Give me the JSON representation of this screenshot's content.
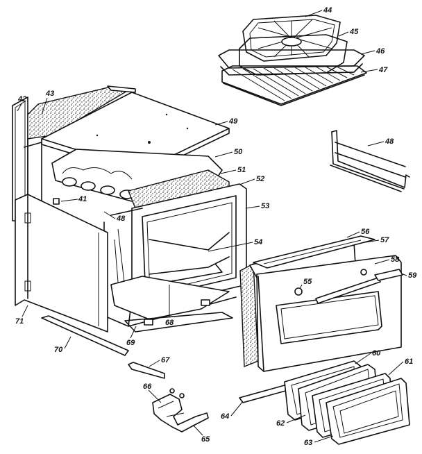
{
  "diagram": {
    "callouts": {
      "p41": "41",
      "p42": "42",
      "p43": "43",
      "p44": "44",
      "p45": "45",
      "p46": "46",
      "p47": "47",
      "p48a": "48",
      "p48b": "48",
      "p49": "49",
      "p50": "50",
      "p51": "51",
      "p52": "52",
      "p53": "53",
      "p54": "54",
      "p55": "55",
      "p56": "56",
      "p57": "57",
      "p58": "58",
      "p59": "59",
      "p60": "60",
      "p61": "61",
      "p62": "62",
      "p63": "63",
      "p64": "64",
      "p65": "65",
      "p66": "66",
      "p67": "67",
      "p68": "68",
      "p69": "69",
      "p70": "70",
      "p71": "71"
    }
  }
}
